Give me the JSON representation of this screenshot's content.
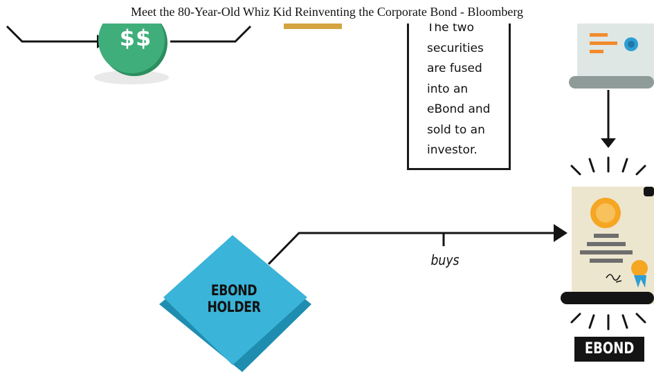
{
  "window": {
    "title": "Meet the 80-Year-Old Whiz Kid Reinventing the Corporate Bond - Bloomberg"
  },
  "diagram": {
    "cash_symbol": "$$",
    "note_lines": [
      "The two",
      "securities",
      "are fused",
      "into an",
      "eBond and",
      "sold to an",
      "investor."
    ],
    "holder_lines": [
      "EBOND",
      "HOLDER"
    ],
    "edge_label": "buys",
    "ebond_tag": "EBOND"
  },
  "colors": {
    "coin_green": "#3fae7a",
    "holder_blue": "#3ab4d8",
    "certificate_paper": "#ece6cf",
    "seal_orange": "#f5a623",
    "ribbon_blue": "#2e9ed3",
    "line_dark": "#141414"
  },
  "icons": [
    "coin-icon",
    "certificate-icon",
    "ebond-certificate-icon",
    "seal-icon",
    "signature-icon",
    "arrow-icon"
  ]
}
